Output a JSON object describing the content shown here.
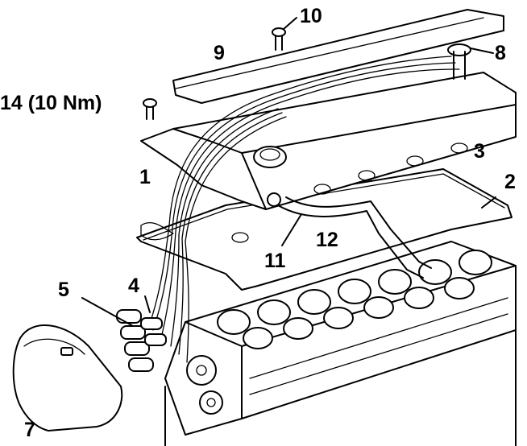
{
  "callouts": {
    "c1": "1",
    "c2": "2",
    "c3": "3",
    "c4": "4",
    "c5": "5",
    "c7": "7",
    "c8": "8",
    "c9": "9",
    "c10": "10",
    "c11": "11",
    "c12": "12",
    "c14": "14 (10 Nm)"
  },
  "colors": {
    "ink": "#000000",
    "paper": "#ffffff"
  }
}
